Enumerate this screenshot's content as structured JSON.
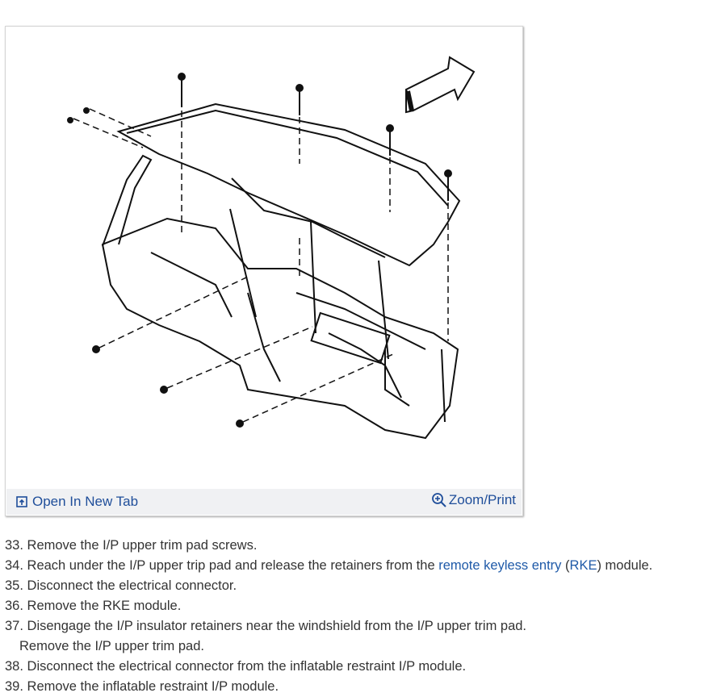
{
  "figure": {
    "open_tab_label": "Open In New Tab",
    "zoom_label": "Zoom/Print",
    "diagram_icon": "instrument-panel-upper-trim-pad-diagram"
  },
  "steps": [
    {
      "num": "33.",
      "text": "Remove the I/P upper trim pad screws."
    },
    {
      "num": "34.",
      "pre": "Reach under the I/P upper trip pad and release the retainers from the ",
      "link1": "remote keyless entry",
      "mid": " (",
      "link2": "RKE",
      "post": ") module."
    },
    {
      "num": "35.",
      "text": "Disconnect the electrical connector."
    },
    {
      "num": "36.",
      "text": "Remove the RKE module."
    },
    {
      "num": "37.",
      "text": "Disengage the I/P insulator retainers near the windshield from the I/P upper trim pad.",
      "cont": "Remove the I/P upper trim pad."
    },
    {
      "num": "38.",
      "text": "Disconnect the electrical connector from the inflatable restraint I/P module."
    },
    {
      "num": "39.",
      "text": "Remove the inflatable restraint I/P module."
    }
  ],
  "colors": {
    "link": "#1f5aa8",
    "bar_bg": "#f0f1f3",
    "text": "#333333"
  }
}
